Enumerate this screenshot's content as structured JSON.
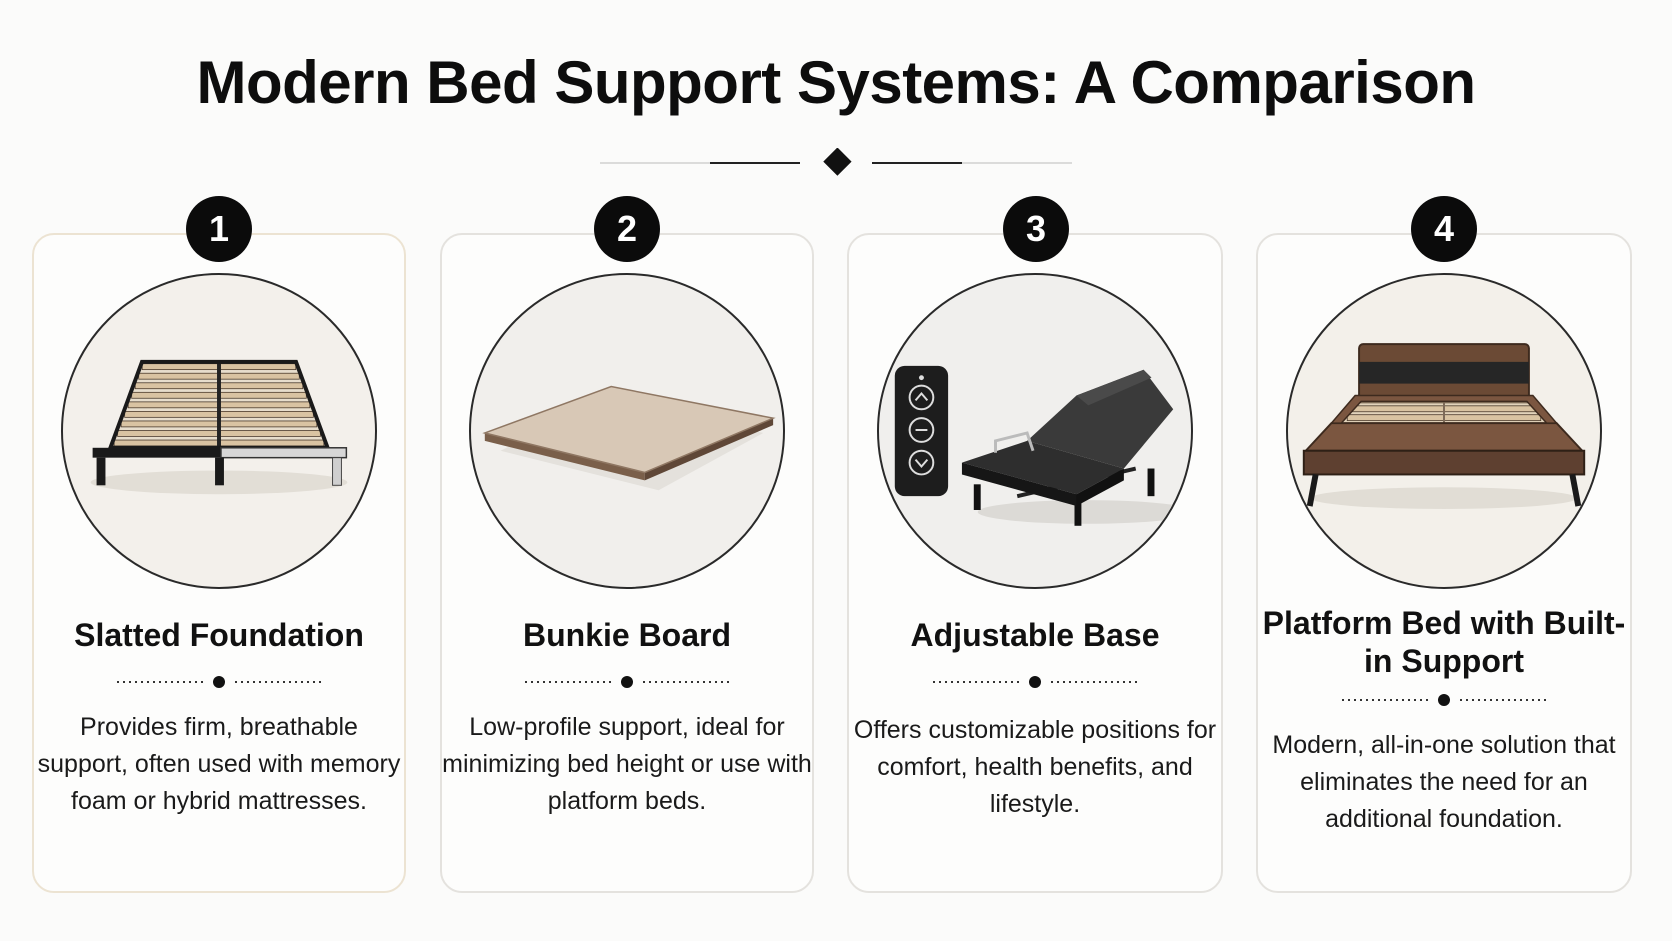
{
  "title": "Modern Bed Support Systems: A Comparison",
  "cards": [
    {
      "number": "1",
      "title": "Slatted Foundation",
      "description": "Provides firm, breathable support, often used with memory foam or hybrid mattresses.",
      "illustration": "slatted-frame-illustration"
    },
    {
      "number": "2",
      "title": "Bunkie Board",
      "description": "Low-profile support, ideal for minimizing bed height or use with platform beds.",
      "illustration": "bunkie-board-illustration"
    },
    {
      "number": "3",
      "title": "Adjustable Base",
      "description": "Offers customizable positions for comfort, health benefits, and lifestyle.",
      "illustration": "adjustable-base-illustration"
    },
    {
      "number": "4",
      "title": "Platform Bed with Built-in Support",
      "description": "Modern, all-in-one solution that eliminates the need for an additional foundation.",
      "illustration": "platform-bed-illustration"
    }
  ],
  "colors": {
    "accent": "#0b0b0b",
    "card_border": "#e4e2de",
    "wood_slat": "#d9c3a2",
    "board": "#d8c8b6",
    "walnut": "#6b4a35"
  }
}
